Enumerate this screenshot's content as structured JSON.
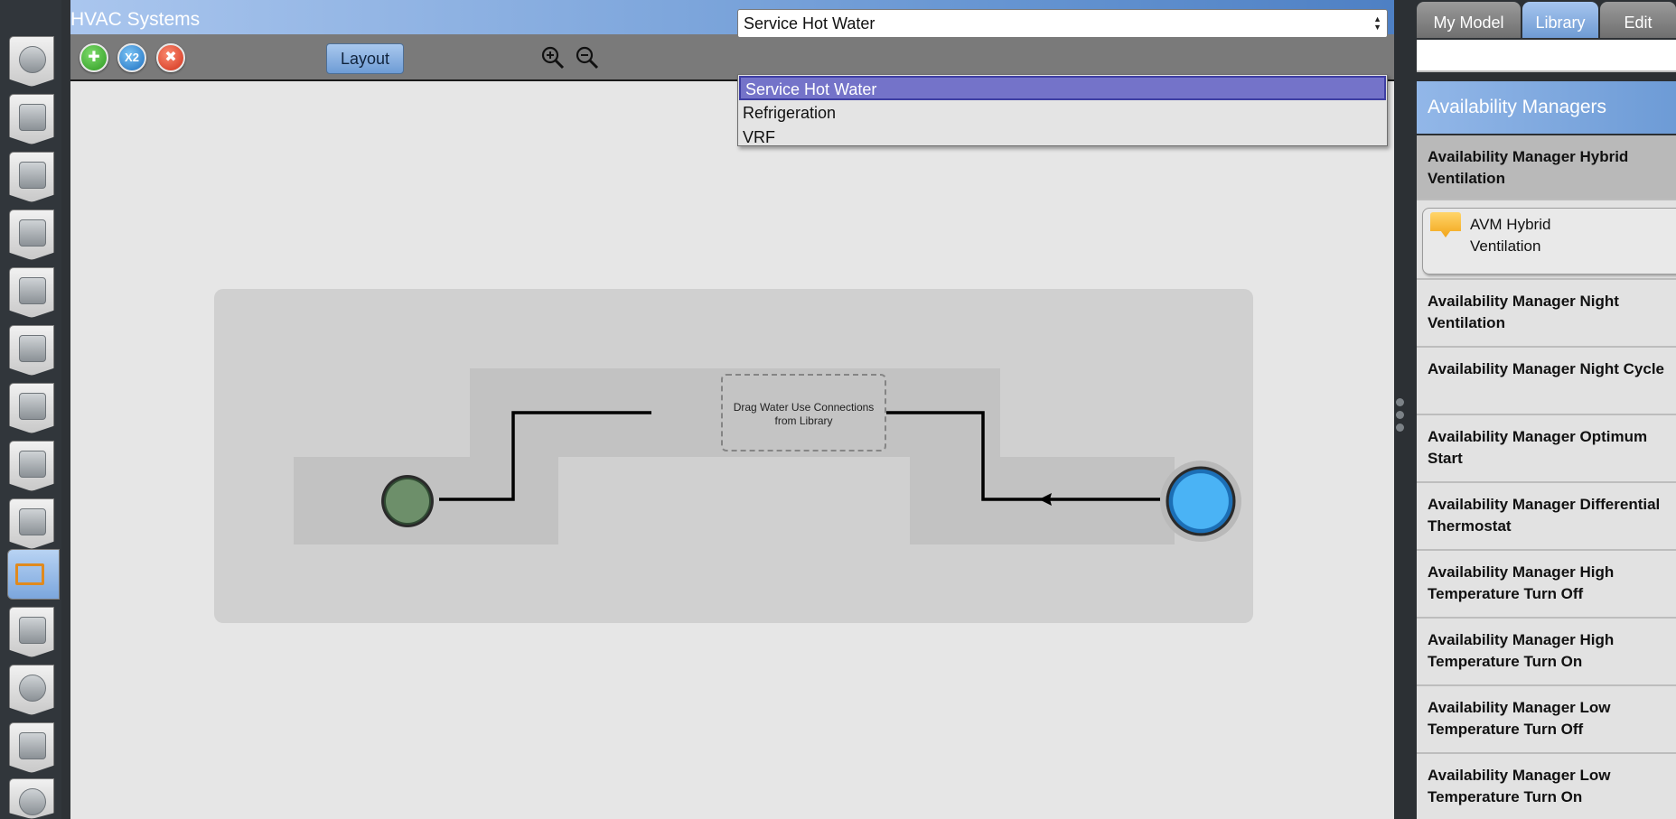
{
  "window": {
    "title": "HVAC Systems"
  },
  "left_toolbar": {
    "items": [
      {
        "icon": "site-globe-icon"
      },
      {
        "icon": "schedules-calendar-icon"
      },
      {
        "icon": "constructions-bricks-icon"
      },
      {
        "icon": "loads-outlet-icon"
      },
      {
        "icon": "space-types-icon"
      },
      {
        "icon": "geometry-icon"
      },
      {
        "icon": "facility-building-icon"
      },
      {
        "icon": "spaces-box-icon"
      },
      {
        "icon": "thermal-zones-icon"
      },
      {
        "icon": "hvac-systems-icon",
        "active": true
      },
      {
        "icon": "variables-tools-icon"
      },
      {
        "icon": "simulation-settings-gear-icon"
      },
      {
        "icon": "scripts-scroll-icon"
      },
      {
        "icon": "run-simulation-play-icon"
      }
    ]
  },
  "toolbar": {
    "add_icon": "plus-icon",
    "duplicate_label": "X2",
    "delete_icon": "close-icon",
    "layout_label": "Layout",
    "zoom_in_icon": "zoom-in-icon",
    "zoom_out_icon": "zoom-out-icon"
  },
  "loop_select": {
    "value": "Service Hot Water",
    "options": [
      "Service Hot Water",
      "Refrigeration",
      "VRF"
    ],
    "selected_index": 0
  },
  "diagram": {
    "drop_zone_text": "Drag Water Use Connections from Library",
    "supply_node_icon": "water-supply-icon",
    "demand_node_icon": "water-drain-icon"
  },
  "right_panel": {
    "tabs": [
      "My Model",
      "Library",
      "Edit"
    ],
    "active_tab": "Library",
    "search_value": "",
    "section_title": "Availability Managers",
    "categories": [
      {
        "label": "Availability Manager Hybrid Ventilation",
        "expanded": true,
        "items": [
          "AVM Hybrid Ventilation"
        ]
      },
      {
        "label": "Availability Manager Night Ventilation"
      },
      {
        "label": "Availability Manager Night Cycle"
      },
      {
        "label": "Availability Manager Optimum Start"
      },
      {
        "label": "Availability Manager Differential Thermostat"
      },
      {
        "label": "Availability Manager High Temperature Turn Off"
      },
      {
        "label": "Availability Manager High Temperature Turn On"
      },
      {
        "label": "Availability Manager Low Temperature Turn Off"
      },
      {
        "label": "Availability Manager Low Temperature Turn On"
      }
    ]
  },
  "colors": {
    "accent": "#7ba6dd",
    "selection": "#7473c9"
  }
}
